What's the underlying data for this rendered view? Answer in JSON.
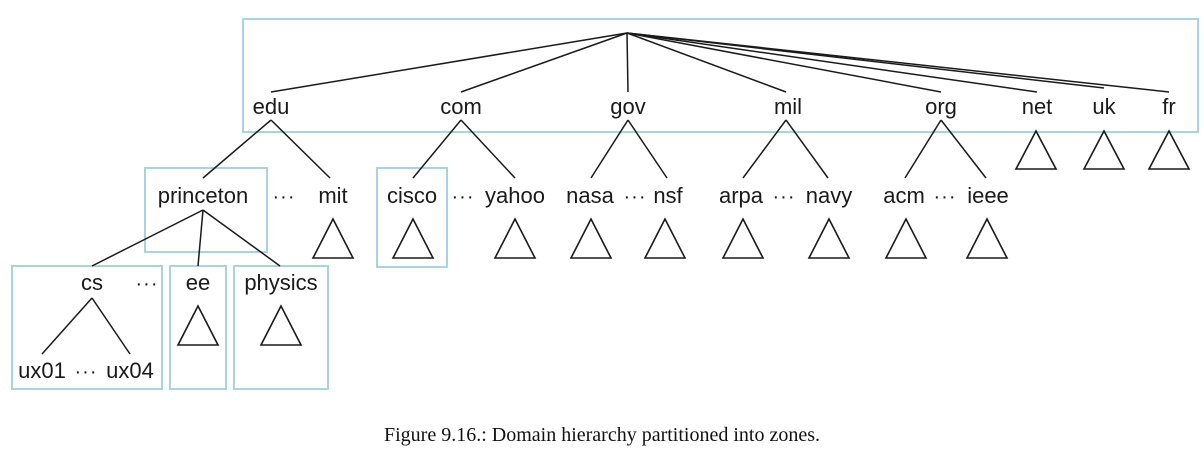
{
  "diagram": {
    "nodes": {
      "edu": "edu",
      "com": "com",
      "gov": "gov",
      "mil": "mil",
      "org": "org",
      "net": "net",
      "uk": "uk",
      "fr": "fr",
      "princeton": "princeton",
      "mit": "mit",
      "cisco": "cisco",
      "yahoo": "yahoo",
      "nasa": "nasa",
      "nsf": "nsf",
      "arpa": "arpa",
      "navy": "navy",
      "acm": "acm",
      "ieee": "ieee",
      "cs": "cs",
      "ee": "ee",
      "physics": "physics",
      "ux01": "ux01",
      "ux04": "ux04"
    },
    "ellipsis": "···"
  },
  "caption": "Figure 9.16.: Domain hierarchy partitioned into zones."
}
